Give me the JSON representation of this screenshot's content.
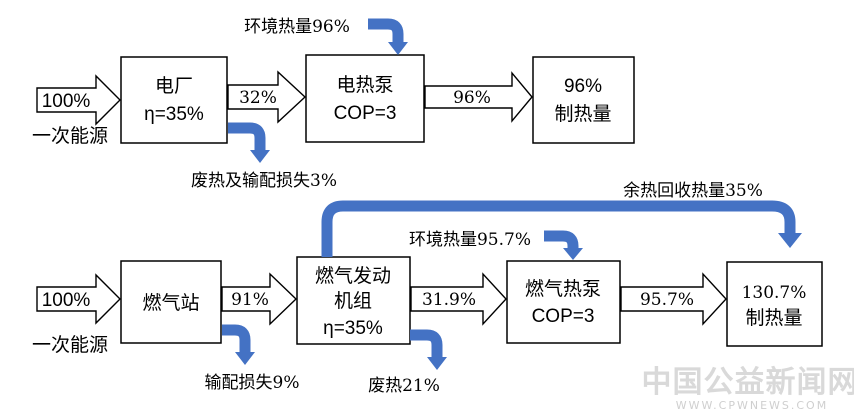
{
  "top_row": {
    "input_pct": "100%",
    "input_label": "一次能源",
    "power_plant": {
      "line1": "电厂",
      "line2": "η=35%"
    },
    "flow_32": "32%",
    "waste_label": "废热及输配损失3%",
    "ambient_label": "环境热量96%",
    "heat_pump": {
      "line1": "电热泵",
      "line2": "COP=3"
    },
    "flow_96": "96%",
    "output": {
      "line1": "96%",
      "line2": "制热量"
    }
  },
  "bottom_row": {
    "input_pct": "100%",
    "input_label": "一次能源",
    "gas_station": {
      "line1": "燃气站"
    },
    "flow_91": "91%",
    "loss_label": "输配损失9%",
    "engine": {
      "line1": "燃气发动",
      "line2": "机组",
      "line3": "η=35%"
    },
    "waste_label": "废热21%",
    "recovery_label": "余热回收热量35%",
    "ambient_label": "环境热量95.7%",
    "flow_319": "31.9%",
    "gas_heat_pump": {
      "line1": "燃气热泵",
      "line2": "COP=3"
    },
    "flow_957": "95.7%",
    "output": {
      "line1": "130.7%",
      "line2": "制热量"
    }
  },
  "watermark": {
    "cn": "中国公益新闻网",
    "en": "WWW.CPWNEWS.COM"
  },
  "colors": {
    "blue_arrow": "#4472c4",
    "box_stroke": "#000000",
    "watermark": "#d9d9d9"
  }
}
